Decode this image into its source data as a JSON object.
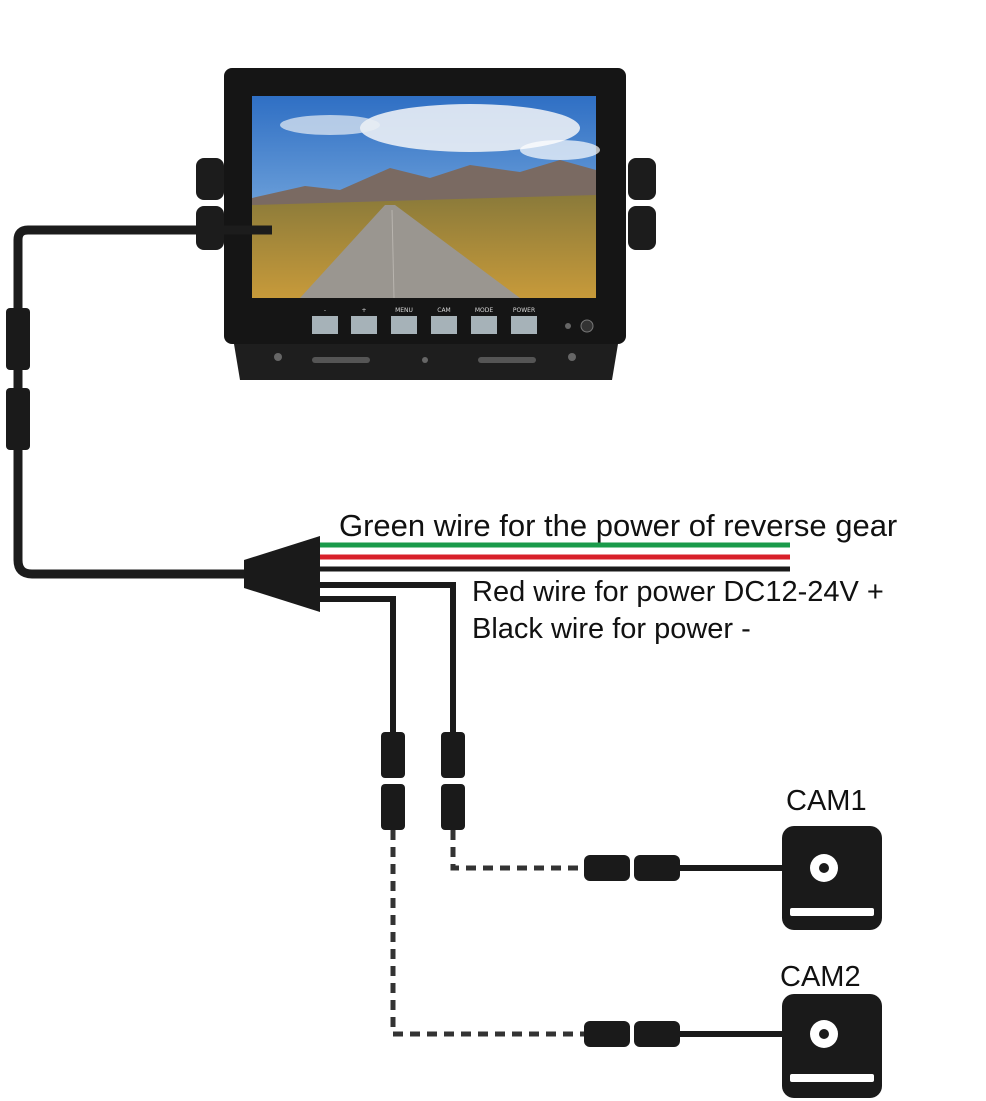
{
  "monitor": {
    "buttons": [
      "-",
      "+",
      "MENU",
      "CAM",
      "MODE",
      "POWER"
    ]
  },
  "wires": {
    "green_label": "Green wire for the power of reverse gear",
    "red_label": "Red wire for power  DC12-24V +",
    "black_label": "Black wire for power -",
    "colors": {
      "green": "#1a9a4a",
      "red": "#d8202a",
      "black": "#1a1a1a"
    }
  },
  "cameras": [
    {
      "label": "CAM1"
    },
    {
      "label": "CAM2"
    }
  ]
}
